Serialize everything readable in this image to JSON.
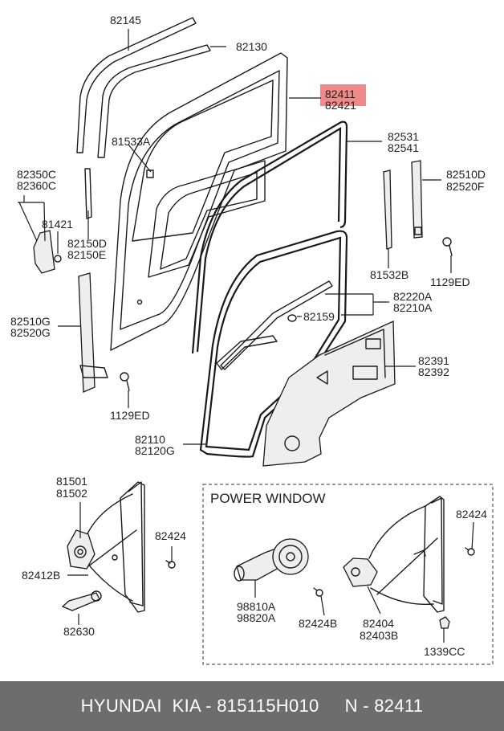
{
  "diagram": {
    "labels": {
      "l82145": "82145",
      "l82130": "82130",
      "l82411": "82411",
      "l82421": "82421",
      "l81533A": "81533A",
      "l82531": "82531",
      "l82541": "82541",
      "l82350C": "82350C",
      "l82360C": "82360C",
      "l81421": "81421",
      "l82510D": "82510D",
      "l82520F": "82520F",
      "l82150D": "82150D",
      "l82150E": "82150E",
      "l81532B": "81532B",
      "l1129ED_a": "1129ED",
      "l82220A": "82220A",
      "l82210A": "82210A",
      "l82159": "82159",
      "l82510G": "82510G",
      "l82520G": "82520G",
      "l82391": "82391",
      "l82392": "82392",
      "l1129ED_b": "1129ED",
      "l82110": "82110",
      "l82120G": "82120G",
      "l81501": "81501",
      "l81502": "81502",
      "l82424_a": "82424",
      "l82412B": "82412B",
      "l82630": "82630",
      "l82424_b": "82424",
      "l98810A": "98810A",
      "l98820A": "98820A",
      "l82424B": "82424B",
      "l82404": "82404",
      "l82403B": "82403B",
      "l1339CC": "1339CC"
    },
    "power_window_title": "POWER WINDOW",
    "highlight_color": "#f08a8a"
  },
  "footer": {
    "text": "HYUNDAI  KIA - 815115H010     N - 82411"
  }
}
